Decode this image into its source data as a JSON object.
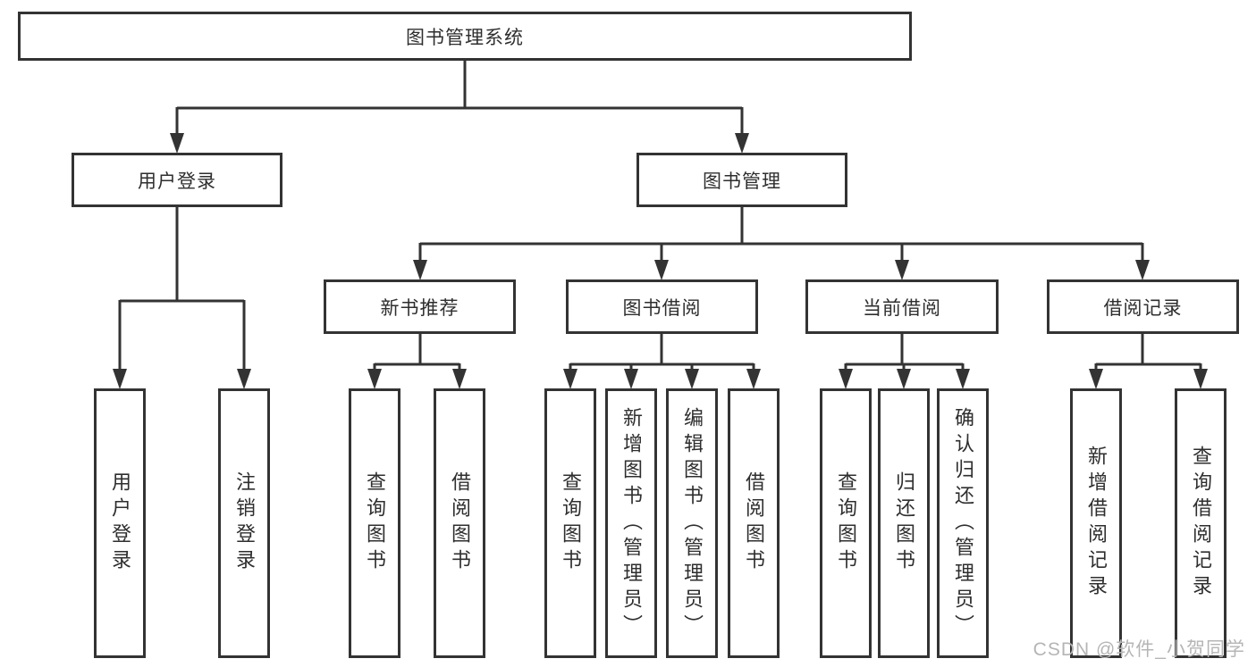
{
  "diagram": {
    "type": "tree",
    "colors": {
      "line": "#333333",
      "box_border": "#333333",
      "box_fill": "#ffffff",
      "text": "#2e2e2e",
      "background": "#ffffff",
      "watermark": "#b5b5b5"
    },
    "tree": {
      "root": {
        "label": "图书管理系统"
      },
      "branches": [
        {
          "label": "用户登录",
          "children": [
            {
              "label": "用户登录"
            },
            {
              "label": "注销登录"
            }
          ]
        },
        {
          "label": "图书管理",
          "groups": [
            {
              "label": "新书推荐",
              "children": [
                {
                  "label": "查询图书"
                },
                {
                  "label": "借阅图书"
                }
              ]
            },
            {
              "label": "图书借阅",
              "children": [
                {
                  "label": "查询图书"
                },
                {
                  "label": "新增图书（管理员）"
                },
                {
                  "label": "编辑图书（管理员）"
                },
                {
                  "label": "借阅图书"
                }
              ]
            },
            {
              "label": "当前借阅",
              "children": [
                {
                  "label": "查询图书"
                },
                {
                  "label": "归还图书"
                },
                {
                  "label": "确认归还（管理员）"
                }
              ]
            },
            {
              "label": "借阅记录",
              "children": [
                {
                  "label": "新增借阅记录"
                },
                {
                  "label": "查询借阅记录"
                }
              ]
            }
          ]
        }
      ]
    },
    "watermark": {
      "text": "CSDN @软件_小贺同学"
    }
  }
}
